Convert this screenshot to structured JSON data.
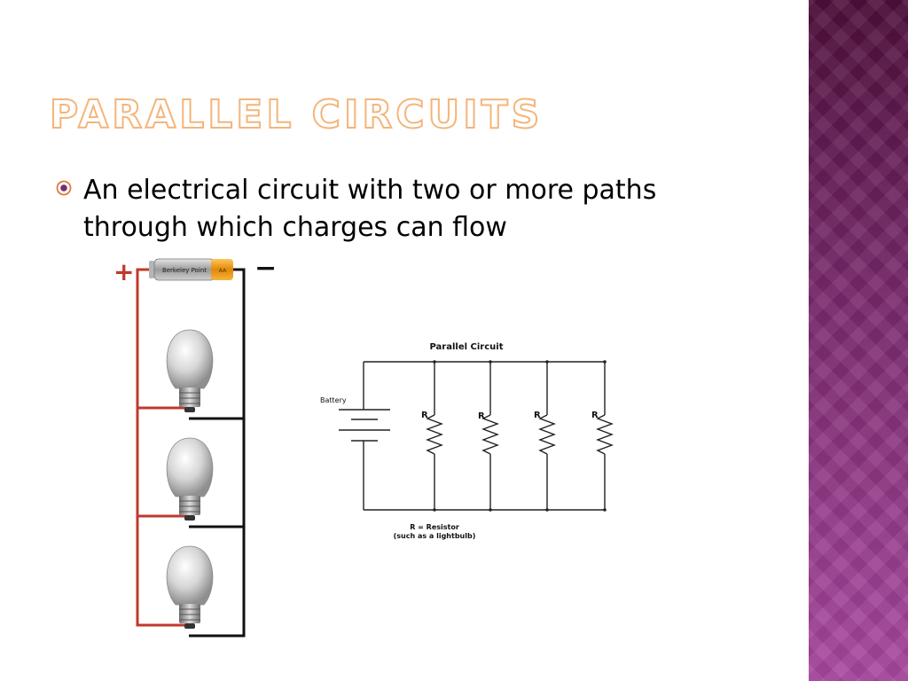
{
  "slide": {
    "title": "Parallel Circuits",
    "bullet": "An electrical circuit with two or more paths through which charges can flow"
  },
  "left_diagram": {
    "plus_sign": "+",
    "minus_sign": "−",
    "battery_label": "Berkeley Point",
    "battery_end_label": "AA",
    "bulb_count": 3
  },
  "schematic": {
    "title": "Parallel Circuit",
    "battery_label": "Battery",
    "resistor_labels": [
      "R",
      "R",
      "R",
      "R"
    ],
    "legend_line1": "R = Resistor",
    "legend_line2": "(such as a lightbulb)"
  },
  "colors": {
    "accent_orange": "#f4b57a",
    "wire_red": "#c0392b",
    "wire_black": "#111111",
    "sidebar_dark": "#4e0f3b",
    "sidebar_light": "#a9489f"
  }
}
